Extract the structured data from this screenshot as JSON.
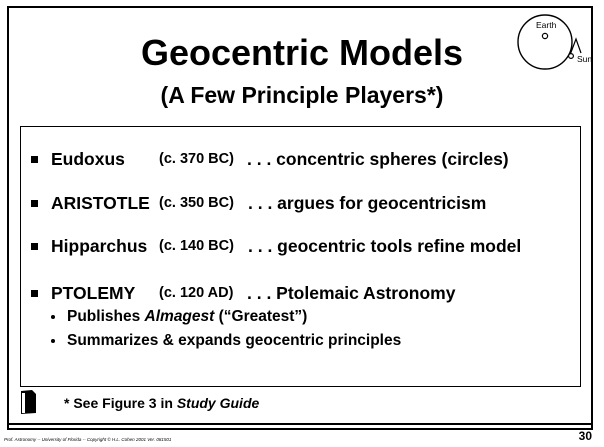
{
  "slide": {
    "title": "Geocentric Models",
    "subtitle": "(A Few Principle Players*)"
  },
  "diagram": {
    "earth_label": "Earth",
    "sun_label": "Sun"
  },
  "players": [
    {
      "name": "Eudoxus",
      "date": "(c. 370 BC)",
      "desc": ". . . concentric spheres (circles)"
    },
    {
      "name": "ARISTOTLE",
      "date": "(c. 350 BC)",
      "desc": ". . . argues for geocentricism"
    },
    {
      "name": "Hipparchus",
      "date": "(c. 140 BC)",
      "desc": ". . . geocentric tools refine model"
    },
    {
      "name": "PTOLEMY",
      "date": "(c. 120 AD)",
      "desc": ". . . Ptolemaic Astronomy"
    }
  ],
  "ptolemy_points": {
    "publishes_prefix": "Publishes ",
    "publishes_work": "Almagest",
    "publishes_suffix": " (“Greatest”)",
    "summarizes": "Summarizes & expands geocentric principles"
  },
  "footnote": {
    "prefix": "* See  Figure 3 in ",
    "guide": "Study Guide"
  },
  "footer": {
    "credit": "Prof. Astronomy  -- University of Florida  -- Copyright © H.L. Cohen 2001  Ver. 081501",
    "page_number": "30"
  }
}
